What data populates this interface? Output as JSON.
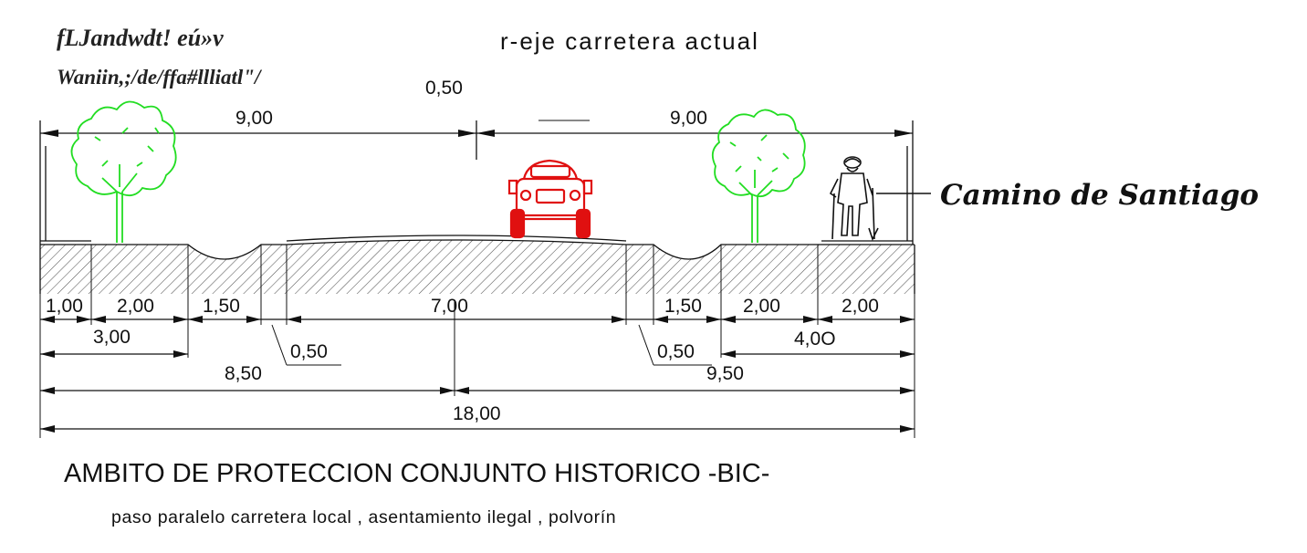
{
  "header": {
    "garbled_line_1": "fLJandwdt! eú»v",
    "garbled_line_2": "Waniin,;/de/ffa#llliatl\"/",
    "axis_label": "r-eje carretera actual",
    "axis_offset": "0,50"
  },
  "top_dims": {
    "left": "9,00",
    "right": "9,00"
  },
  "labels": {
    "camino": "Camino de Santiago"
  },
  "lower_dims": {
    "d1": "1,00",
    "d2": "2,00",
    "d3": "1,50",
    "d4": "7,00",
    "d5": "1,50",
    "d6": "2,00",
    "d7": "2,00",
    "d8": "3,00",
    "d9": "0,50",
    "d10": "0,50",
    "d11": "4,0O",
    "d12": "8,50",
    "d13": "9,50",
    "d14": "18,00"
  },
  "footer": {
    "title": "AMBITO DE  PROTECCION CONJUNTO HISTORICO -BIC-",
    "subtitle": "paso paralelo carretera local  , asentamiento ilegal , polvorín"
  },
  "colors": {
    "tree": "#22dd22",
    "car": "#e01010",
    "ink": "#111111"
  }
}
